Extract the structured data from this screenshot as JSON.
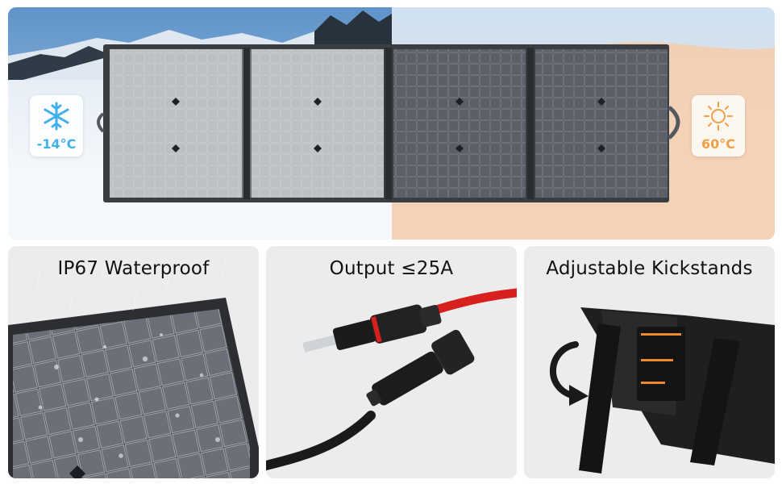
{
  "hero": {
    "cold_badge": {
      "temperature": "-14°C",
      "icon": "snowflake-icon",
      "color": "#3fb0e8"
    },
    "hot_badge": {
      "temperature": "60°C",
      "icon": "sun-icon",
      "color": "#f2a046"
    }
  },
  "features": [
    {
      "title": "IP67 Waterproof",
      "icon": "waterproof-panel-illustration"
    },
    {
      "title": "Output ≤25A",
      "icon": "mc4-connector-illustration"
    },
    {
      "title": "Adjustable Kickstands",
      "icon": "kickstand-illustration"
    }
  ],
  "colors": {
    "card_bg": "#ececec",
    "cable_red": "#d8201e",
    "cable_black": "#1a1a1a"
  }
}
